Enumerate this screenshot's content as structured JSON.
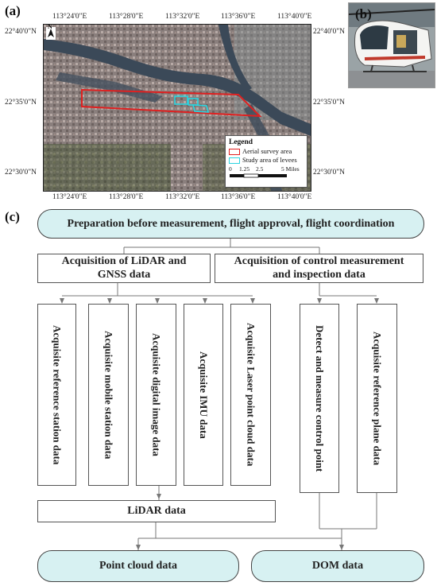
{
  "panel_a": {
    "label": "(a)",
    "top_ticks": [
      "113°24'0\"E",
      "113°28'0\"E",
      "113°32'0\"E",
      "113°36'0\"E",
      "113°40'0\"E"
    ],
    "bottom_ticks": [
      "113°24'0\"E",
      "113°28'0\"E",
      "113°32'0\"E",
      "113°36'0\"E",
      "113°40'0\"E"
    ],
    "left_ticks": [
      "22°40'0\"N",
      "22°35'0\"N",
      "22°30'0\"N"
    ],
    "right_ticks": [
      "22°40'0\"N",
      "22°35'0\"N",
      "22°30'0\"N"
    ],
    "north": "N",
    "legend": {
      "title": "Legend",
      "items": [
        {
          "label": "Aerial survey area",
          "color": "#e02020"
        },
        {
          "label": "Study area of levees",
          "color": "#2ad4e0"
        }
      ],
      "scale_ticks": [
        "0",
        "1.25",
        "2.5",
        "5 Miles"
      ]
    }
  },
  "panel_b": {
    "label": "(b)"
  },
  "panel_c": {
    "label": "(c)",
    "top": "Preparation before measurement, flight approval, flight coordination",
    "branch_left": "Acquisition of LiDAR and GNSS data",
    "branch_right": "Acquisition of control measurement and inspection data",
    "left_steps": [
      "Acquisite reference station data",
      "Acquisite mobile station data",
      "Acquisite digital image data",
      "Acquisite IMU data",
      "Acquisite Laser point cloud data"
    ],
    "right_steps": [
      "Detect and measure control point",
      "Acquisite reference plane data"
    ],
    "lidar": "LiDAR data",
    "out_left": "Point cloud data",
    "out_right": "DOM data",
    "fill_color": "#d7f1f2"
  }
}
